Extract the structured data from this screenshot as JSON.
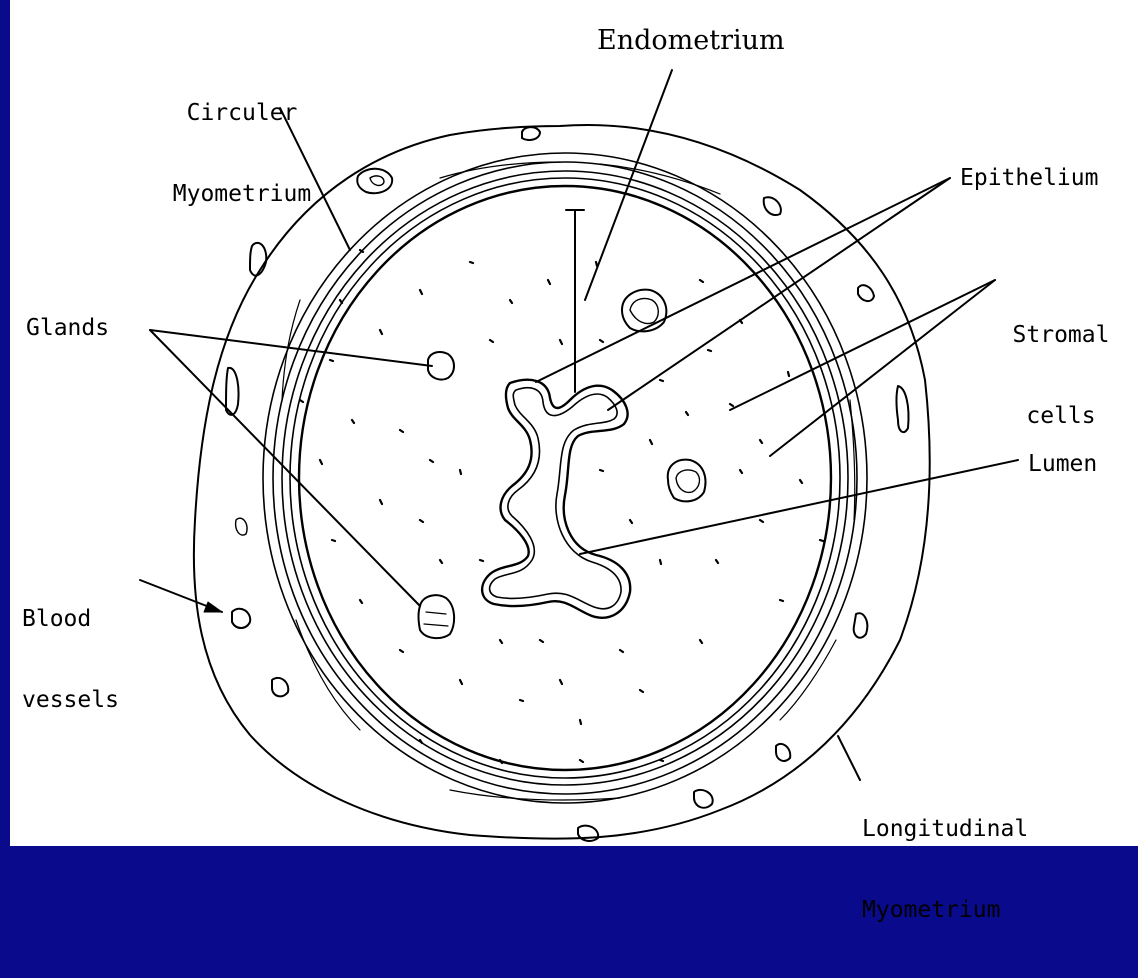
{
  "labels": {
    "circular_myometrium": [
      "Circuler",
      "Myometrium"
    ],
    "endometrium": "Endometrium",
    "epithelium": "Epithelium",
    "stromal_cells": [
      "Stromal",
      "cells"
    ],
    "glands": "Glands",
    "lumen": "Lumen",
    "blood_vessels": [
      "Blood",
      "vessels"
    ],
    "longitudinal_myometrium": [
      "Longitudinal",
      "Myometrium"
    ]
  },
  "colors": {
    "frame": "#0a0a8c",
    "background": "#ffffff",
    "ink": "#000000"
  }
}
